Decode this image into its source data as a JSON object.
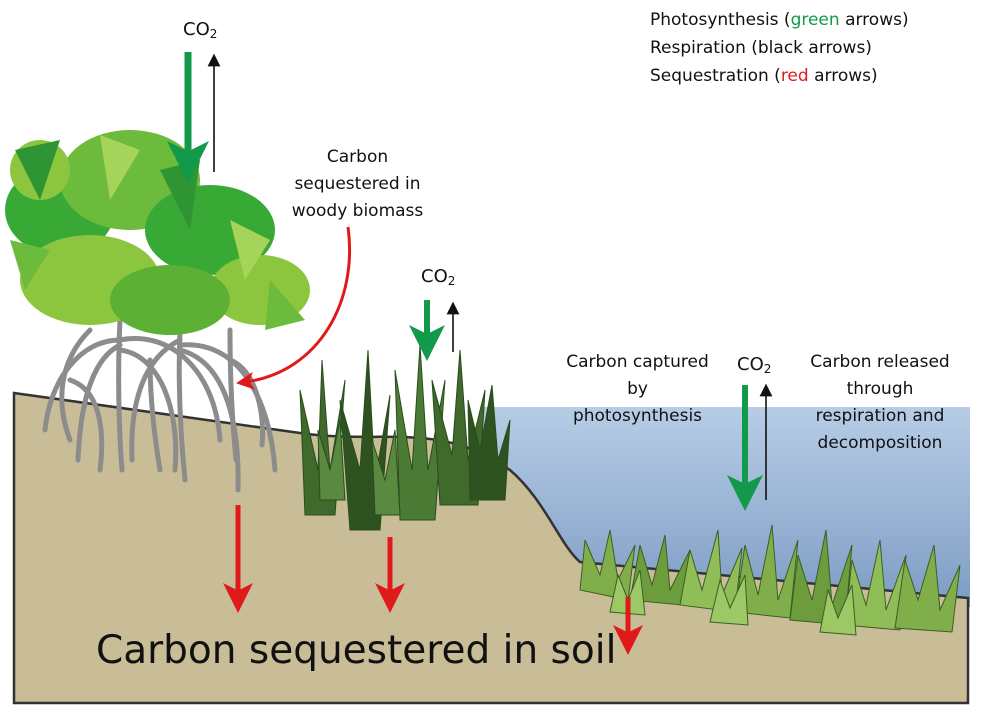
{
  "legend": {
    "photosynthesis": {
      "before": "Photosynthesis (",
      "highlight": "green",
      "after": " arrows)"
    },
    "respiration": "Respiration (black arrows)",
    "sequestration": {
      "before": "Sequestration (",
      "highlight": "red",
      "after": " arrows)"
    }
  },
  "labels": {
    "co2_main": "CO",
    "co2_sub": "2",
    "woody_line1": "Carbon",
    "woody_line2": "sequestered in",
    "woody_line3": "woody biomass",
    "captured_line1": "Carbon captured",
    "captured_line2": "by",
    "captured_line3": "photosynthesis",
    "released_line1": "Carbon released",
    "released_line2": "through",
    "released_line3": "respiration and",
    "released_line4": "decomposition",
    "soil": "Carbon sequestered in soil"
  },
  "colors": {
    "photosynthesis_arrow": "#12994a",
    "respiration_arrow": "#111111",
    "sequestration_arrow": "#e01a1a",
    "soil": "#c9bd98",
    "water_top": "#b7cde6",
    "water_bottom": "#7d9cc4",
    "mangrove_leaf_light": "#8cc63f",
    "mangrove_leaf_dark": "#39a935",
    "mangrove_root": "#8c8c8c",
    "marsh_grass": "#3f6a2c",
    "seagrass": "#7fae4a"
  }
}
